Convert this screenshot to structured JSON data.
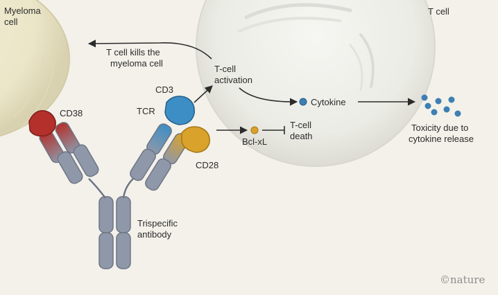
{
  "figure": {
    "cells": {
      "myeloma_cell": [
        "Myeloma",
        "cell"
      ],
      "t_cell": "T cell"
    },
    "receptors": {
      "cd38": "CD38",
      "cd3": "CD3",
      "tcr": "TCR",
      "cd28": "CD28"
    },
    "antibody_label": [
      "Trispecific",
      "antibody"
    ],
    "pathway": {
      "kills": [
        "T cell kills the",
        "myeloma cell"
      ],
      "activation": [
        "T-cell",
        "activation"
      ],
      "cytokine": "Cytokine",
      "bclxl": "Bcl-xL",
      "death": [
        "T-cell",
        "death"
      ],
      "toxicity": [
        "Toxicity due to",
        "cytokine release"
      ]
    },
    "credit": "©nature",
    "colors": {
      "background": "#f3f1ea",
      "antibody": "#8f98a8",
      "cd38": "#b3302b",
      "cd3": "#3d8ec4",
      "cd28": "#d9a22b",
      "cytokine": "#3d7fb3",
      "bclxl": "#d9a22b"
    }
  }
}
